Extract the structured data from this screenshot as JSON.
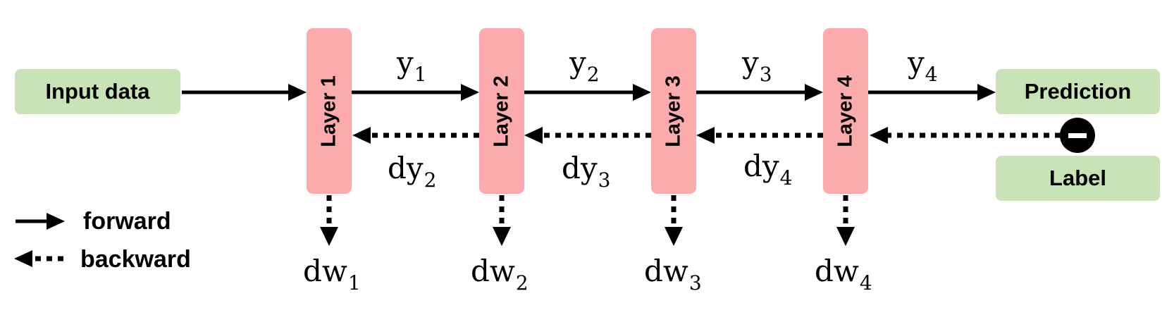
{
  "nodes": {
    "input": "Input data",
    "prediction": "Prediction",
    "label": "Label",
    "layers": [
      "Layer 1",
      "Layer 2",
      "Layer 3",
      "Layer 4"
    ]
  },
  "forward_outputs": [
    {
      "base": "y",
      "sub": "1"
    },
    {
      "base": "y",
      "sub": "2"
    },
    {
      "base": "y",
      "sub": "3"
    },
    {
      "base": "y",
      "sub": "4"
    }
  ],
  "backward_grads": [
    {
      "base": "dy",
      "sub": "2"
    },
    {
      "base": "dy",
      "sub": "3"
    },
    {
      "base": "dy",
      "sub": "4"
    }
  ],
  "weight_grads": [
    {
      "base": "dw",
      "sub": "1"
    },
    {
      "base": "dw",
      "sub": "2"
    },
    {
      "base": "dw",
      "sub": "3"
    },
    {
      "base": "dw",
      "sub": "4"
    }
  ],
  "legend": {
    "forward": "forward",
    "backward": "backward"
  },
  "colors": {
    "layer_fill": "#fbabab",
    "io_fill": "#c8e3b5",
    "arrow": "#000000"
  },
  "icons": {
    "minus": "minus-circle-icon"
  }
}
